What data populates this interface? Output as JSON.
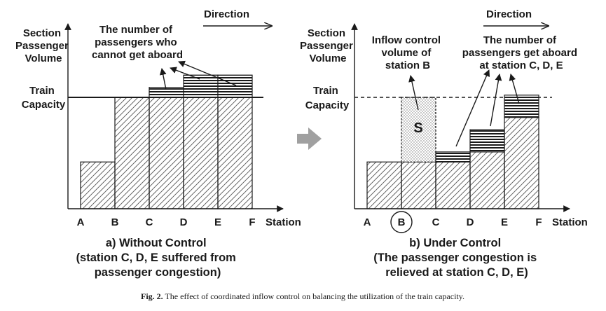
{
  "left_panel": {
    "y_axis_label": [
      "Section",
      "Passenger",
      "Volume"
    ],
    "capacity_label": [
      "Train",
      "Capacity"
    ],
    "annotation": [
      "The number of",
      "passengers who",
      "cannot get aboard"
    ],
    "direction": "Direction",
    "x_ticks": [
      "A",
      "B",
      "C",
      "D",
      "E",
      "F"
    ],
    "x_axis_label": "Station",
    "caption": [
      "a) Without Control",
      "(station C, D, E suffered from",
      "passenger congestion)"
    ],
    "levels": [
      0.42,
      1.0,
      1.0,
      1.0,
      1.0
    ],
    "overflow": [
      0,
      0,
      0.09,
      0.2,
      0.2
    ]
  },
  "right_panel": {
    "y_axis_label": [
      "Section",
      "Passenger",
      "Volume"
    ],
    "capacity_label": [
      "Train",
      "Capacity"
    ],
    "inflow_annotation": [
      "Inflow control",
      "volume of",
      "station B"
    ],
    "boarding_annotation": [
      "The number of",
      "passengers get aboard",
      "at station C, D, E"
    ],
    "direction": "Direction",
    "x_ticks": [
      "A",
      "B",
      "C",
      "D",
      "E",
      "F"
    ],
    "circled_tick": "B",
    "x_axis_label": "Station",
    "s_label": "S",
    "caption": [
      "b) Under Control",
      "(The passenger congestion is",
      "relieved at station C, D, E)"
    ],
    "levels": [
      0.42,
      0.42,
      0.42,
      0.51,
      0.82
    ],
    "inflow_control": [
      0,
      0.58,
      0,
      0,
      0
    ],
    "boarded": [
      0,
      0,
      0.09,
      0.2,
      0.2
    ]
  },
  "figure_caption": {
    "prefix": "Fig. 2.",
    "text": " The effect of coordinated inflow control on balancing the utilization of the train capacity."
  },
  "colors": {
    "ink": "#1a1a1a",
    "arrow_gray": "#a0a0a0"
  }
}
